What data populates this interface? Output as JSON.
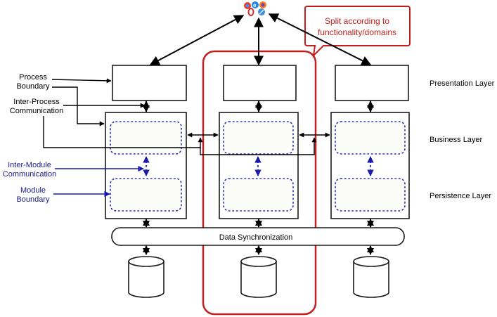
{
  "callout": {
    "line1": "Split according to",
    "line2": "functionality/domains"
  },
  "layers": {
    "presentation": "Presentation Layer",
    "business": "Business Layer",
    "persistence": "Persistence Layer"
  },
  "legend": {
    "process_boundary_1": "Process",
    "process_boundary_2": "Boundary",
    "inter_process_1": "Inter-Process",
    "inter_process_2": "Communication",
    "inter_module_1": "Inter-Module",
    "inter_module_2": "Communication",
    "module_boundary_1": "Module",
    "module_boundary_2": "Boundary"
  },
  "data_sync": "Data Synchronization",
  "icons": [
    "browser-icons"
  ],
  "colors": {
    "highlight": "#c0201e",
    "module_boundary": "#2b2bb8",
    "annotation_blue": "#1a1a8c"
  }
}
